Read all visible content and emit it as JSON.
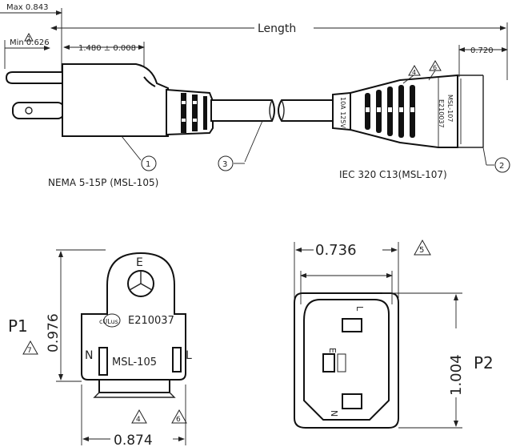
{
  "top": {
    "max_label": "Max 0.843",
    "min_label": "Min 0.626",
    "length_label": "Length",
    "prong_dim": "1.480 ± 0.008",
    "c13_width": "0.720",
    "plug_caption": "NEMA 5-15P (MSL-105)",
    "conn_caption": "IEC 320 C13(MSL-107)",
    "callout_1": "1",
    "callout_2": "2",
    "callout_3": "3",
    "note_min": "1",
    "note_4": "4",
    "note_6": "6",
    "conn_label_1": "MSL-107",
    "conn_label_2": "E210037",
    "conn_rating": "10A 125V"
  },
  "plug_face": {
    "earth_letter": "E",
    "neutral_letter": "N",
    "line_letter": "L",
    "cert_mark": "cULus",
    "cert_number": "E210037",
    "model": "MSL-105",
    "p_label": "P1",
    "height_dim": "0.976",
    "width_dim": "0.874",
    "note_7": "7",
    "note_4": "4",
    "note_6": "6"
  },
  "conn_face": {
    "width_dim": "0.736",
    "height_dim": "1.004",
    "p_label": "P2",
    "note_5": "5",
    "earth_letter": "E",
    "line_letter": "L",
    "neutral_letter": "N"
  }
}
